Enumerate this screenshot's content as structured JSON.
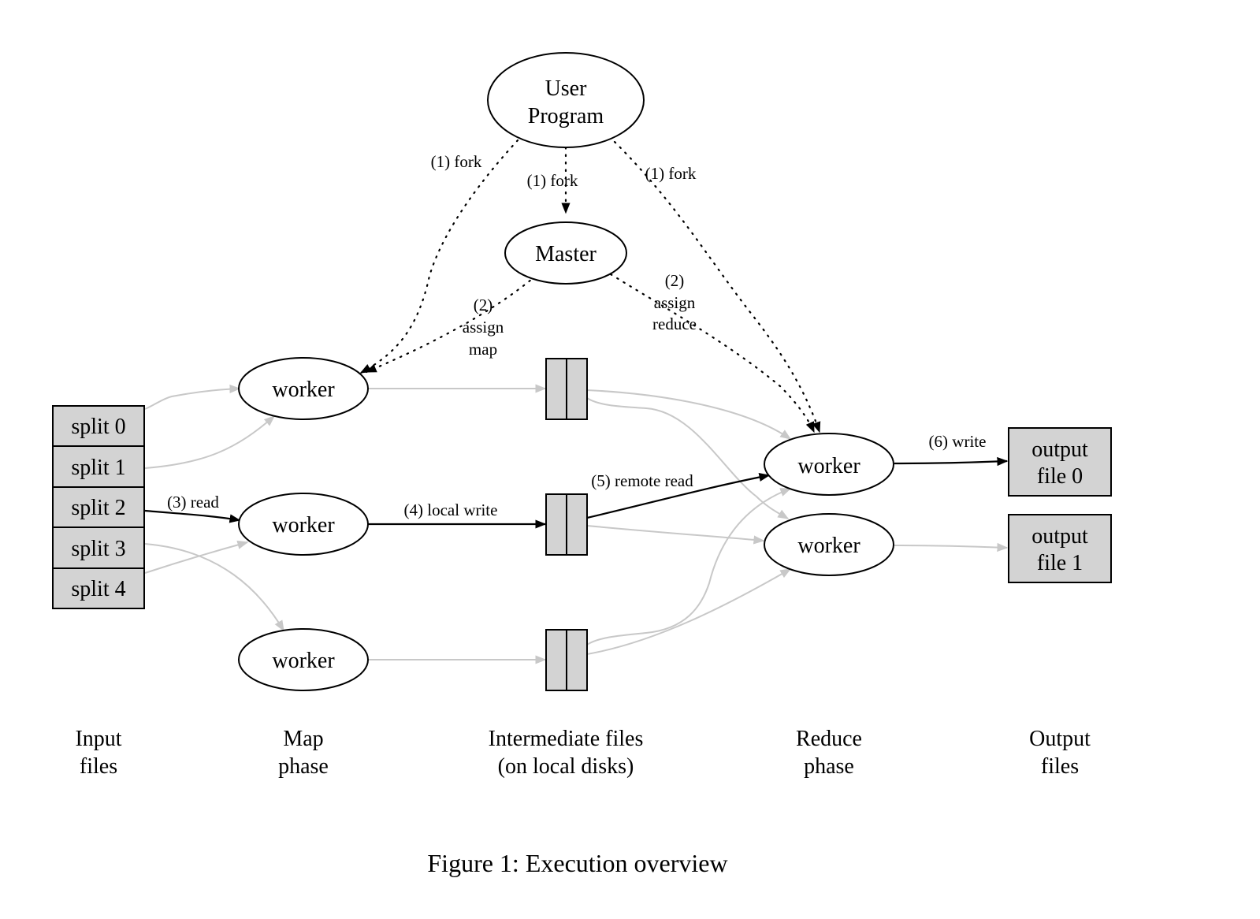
{
  "nodes": {
    "user_program": [
      "User",
      "Program"
    ],
    "master": "Master",
    "map_worker_1": "worker",
    "map_worker_2": "worker",
    "map_worker_3": "worker",
    "reduce_worker_1": "worker",
    "reduce_worker_2": "worker",
    "splits": [
      "split 0",
      "split 1",
      "split 2",
      "split 3",
      "split 4"
    ],
    "output_0": [
      "output",
      "file 0"
    ],
    "output_1": [
      "output",
      "file 1"
    ]
  },
  "edge_labels": {
    "fork_left": "(1) fork",
    "fork_center": "(1) fork",
    "fork_right": "(1) fork",
    "assign_map": [
      "(2)",
      "assign",
      "map"
    ],
    "assign_reduce": [
      "(2)",
      "assign",
      "reduce"
    ],
    "read": "(3) read",
    "local_write": "(4) local write",
    "remote_read": "(5) remote read",
    "write": "(6) write"
  },
  "phases": {
    "input": [
      "Input",
      "files"
    ],
    "map": [
      "Map",
      "phase"
    ],
    "intermediate": [
      "Intermediate files",
      "(on local disks)"
    ],
    "reduce": [
      "Reduce",
      "phase"
    ],
    "output": [
      "Output",
      "files"
    ]
  },
  "caption": "Figure 1: Execution overview",
  "colors": {
    "box_fill": "#d3d3d3",
    "active_edge": "#000000",
    "inactive_edge": "#c8c8c8"
  }
}
